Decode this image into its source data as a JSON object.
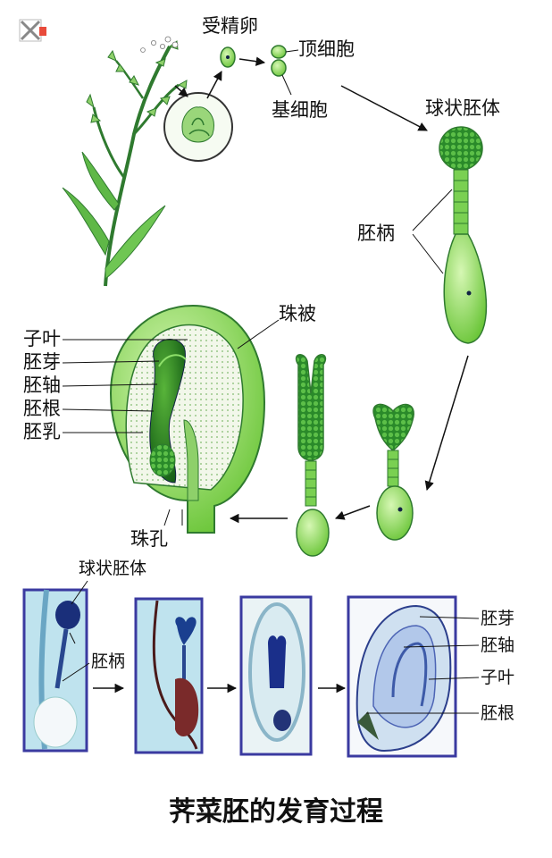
{
  "stage_labels": {
    "fertilized_egg": "受精卵",
    "apical_cell": "顶细胞",
    "basal_cell": "基细胞",
    "globular_embryo": "球状胚体",
    "suspensor": "胚柄",
    "integument": "珠被",
    "cotyledon": "子叶",
    "plumule": "胚芽",
    "hypocotyl": "胚轴",
    "radicle": "胚根",
    "endosperm": "胚乳",
    "micropyle": "珠孔"
  },
  "photo_labels": {
    "globular_embryo": "球状胚体",
    "suspensor": "胚柄",
    "plumule": "胚芽",
    "hypocotyl": "胚轴",
    "cotyledon": "子叶",
    "radicle": "胚根"
  },
  "title": "荠菜胚的发育过程",
  "colors": {
    "embryo_dark": "#1e7a1e",
    "embryo_light": "#8fdc5a",
    "seed_fill": "#b6ec8c",
    "photo_frame": "#3a3aa0",
    "photo_bg": "#bfe3ee"
  }
}
